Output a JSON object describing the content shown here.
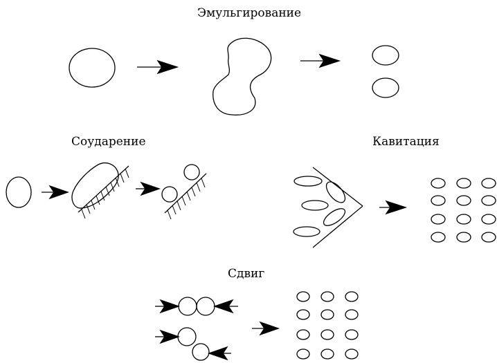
{
  "sections": {
    "emulsification": {
      "title": "Эмульгирование"
    },
    "collision": {
      "title": "Соударение"
    },
    "cavitation": {
      "title": "Кавитация"
    },
    "shear": {
      "title": "Сдвиг"
    }
  },
  "style": {
    "stroke_color": "#000000",
    "background": "#ffffff"
  }
}
